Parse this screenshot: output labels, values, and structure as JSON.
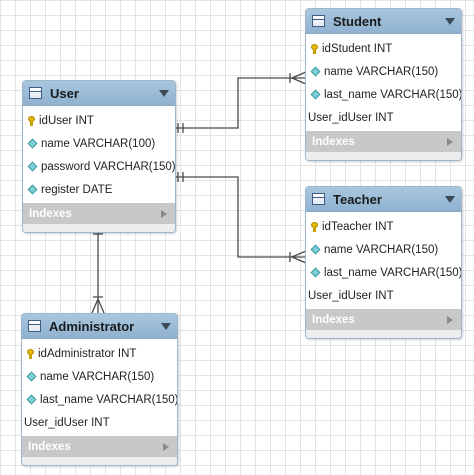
{
  "entities": {
    "user": {
      "title": "User",
      "columns": [
        "idUser INT",
        "name VARCHAR(100)",
        "password VARCHAR(150)",
        "register DATE"
      ],
      "indexes_label": "Indexes"
    },
    "student": {
      "title": "Student",
      "columns": [
        "idStudent INT",
        "name VARCHAR(150)",
        "last_name VARCHAR(150)",
        "User_idUser INT"
      ],
      "indexes_label": "Indexes"
    },
    "teacher": {
      "title": "Teacher",
      "columns": [
        "idTeacher INT",
        "name VARCHAR(150)",
        "last_name VARCHAR(150)",
        "User_idUser INT"
      ],
      "indexes_label": "Indexes"
    },
    "administrator": {
      "title": "Administrator",
      "columns": [
        "idAdministrator INT",
        "name VARCHAR(150)",
        "last_name VARCHAR(150)",
        "User_idUser INT"
      ],
      "indexes_label": "Indexes"
    }
  },
  "relationships": [
    {
      "from": "User",
      "to": "Student",
      "type": "one-to-many"
    },
    {
      "from": "User",
      "to": "Teacher",
      "type": "one-to-many"
    },
    {
      "from": "User",
      "to": "Administrator",
      "type": "one-to-many"
    }
  ],
  "icons": [
    "table-icon",
    "primary-key-icon",
    "column-icon",
    "collapse-icon",
    "expand-icon"
  ],
  "colors": {
    "header": "#9dbdd8",
    "indexes_bar": "#c8c8c8",
    "line": "#4a4a4a"
  }
}
